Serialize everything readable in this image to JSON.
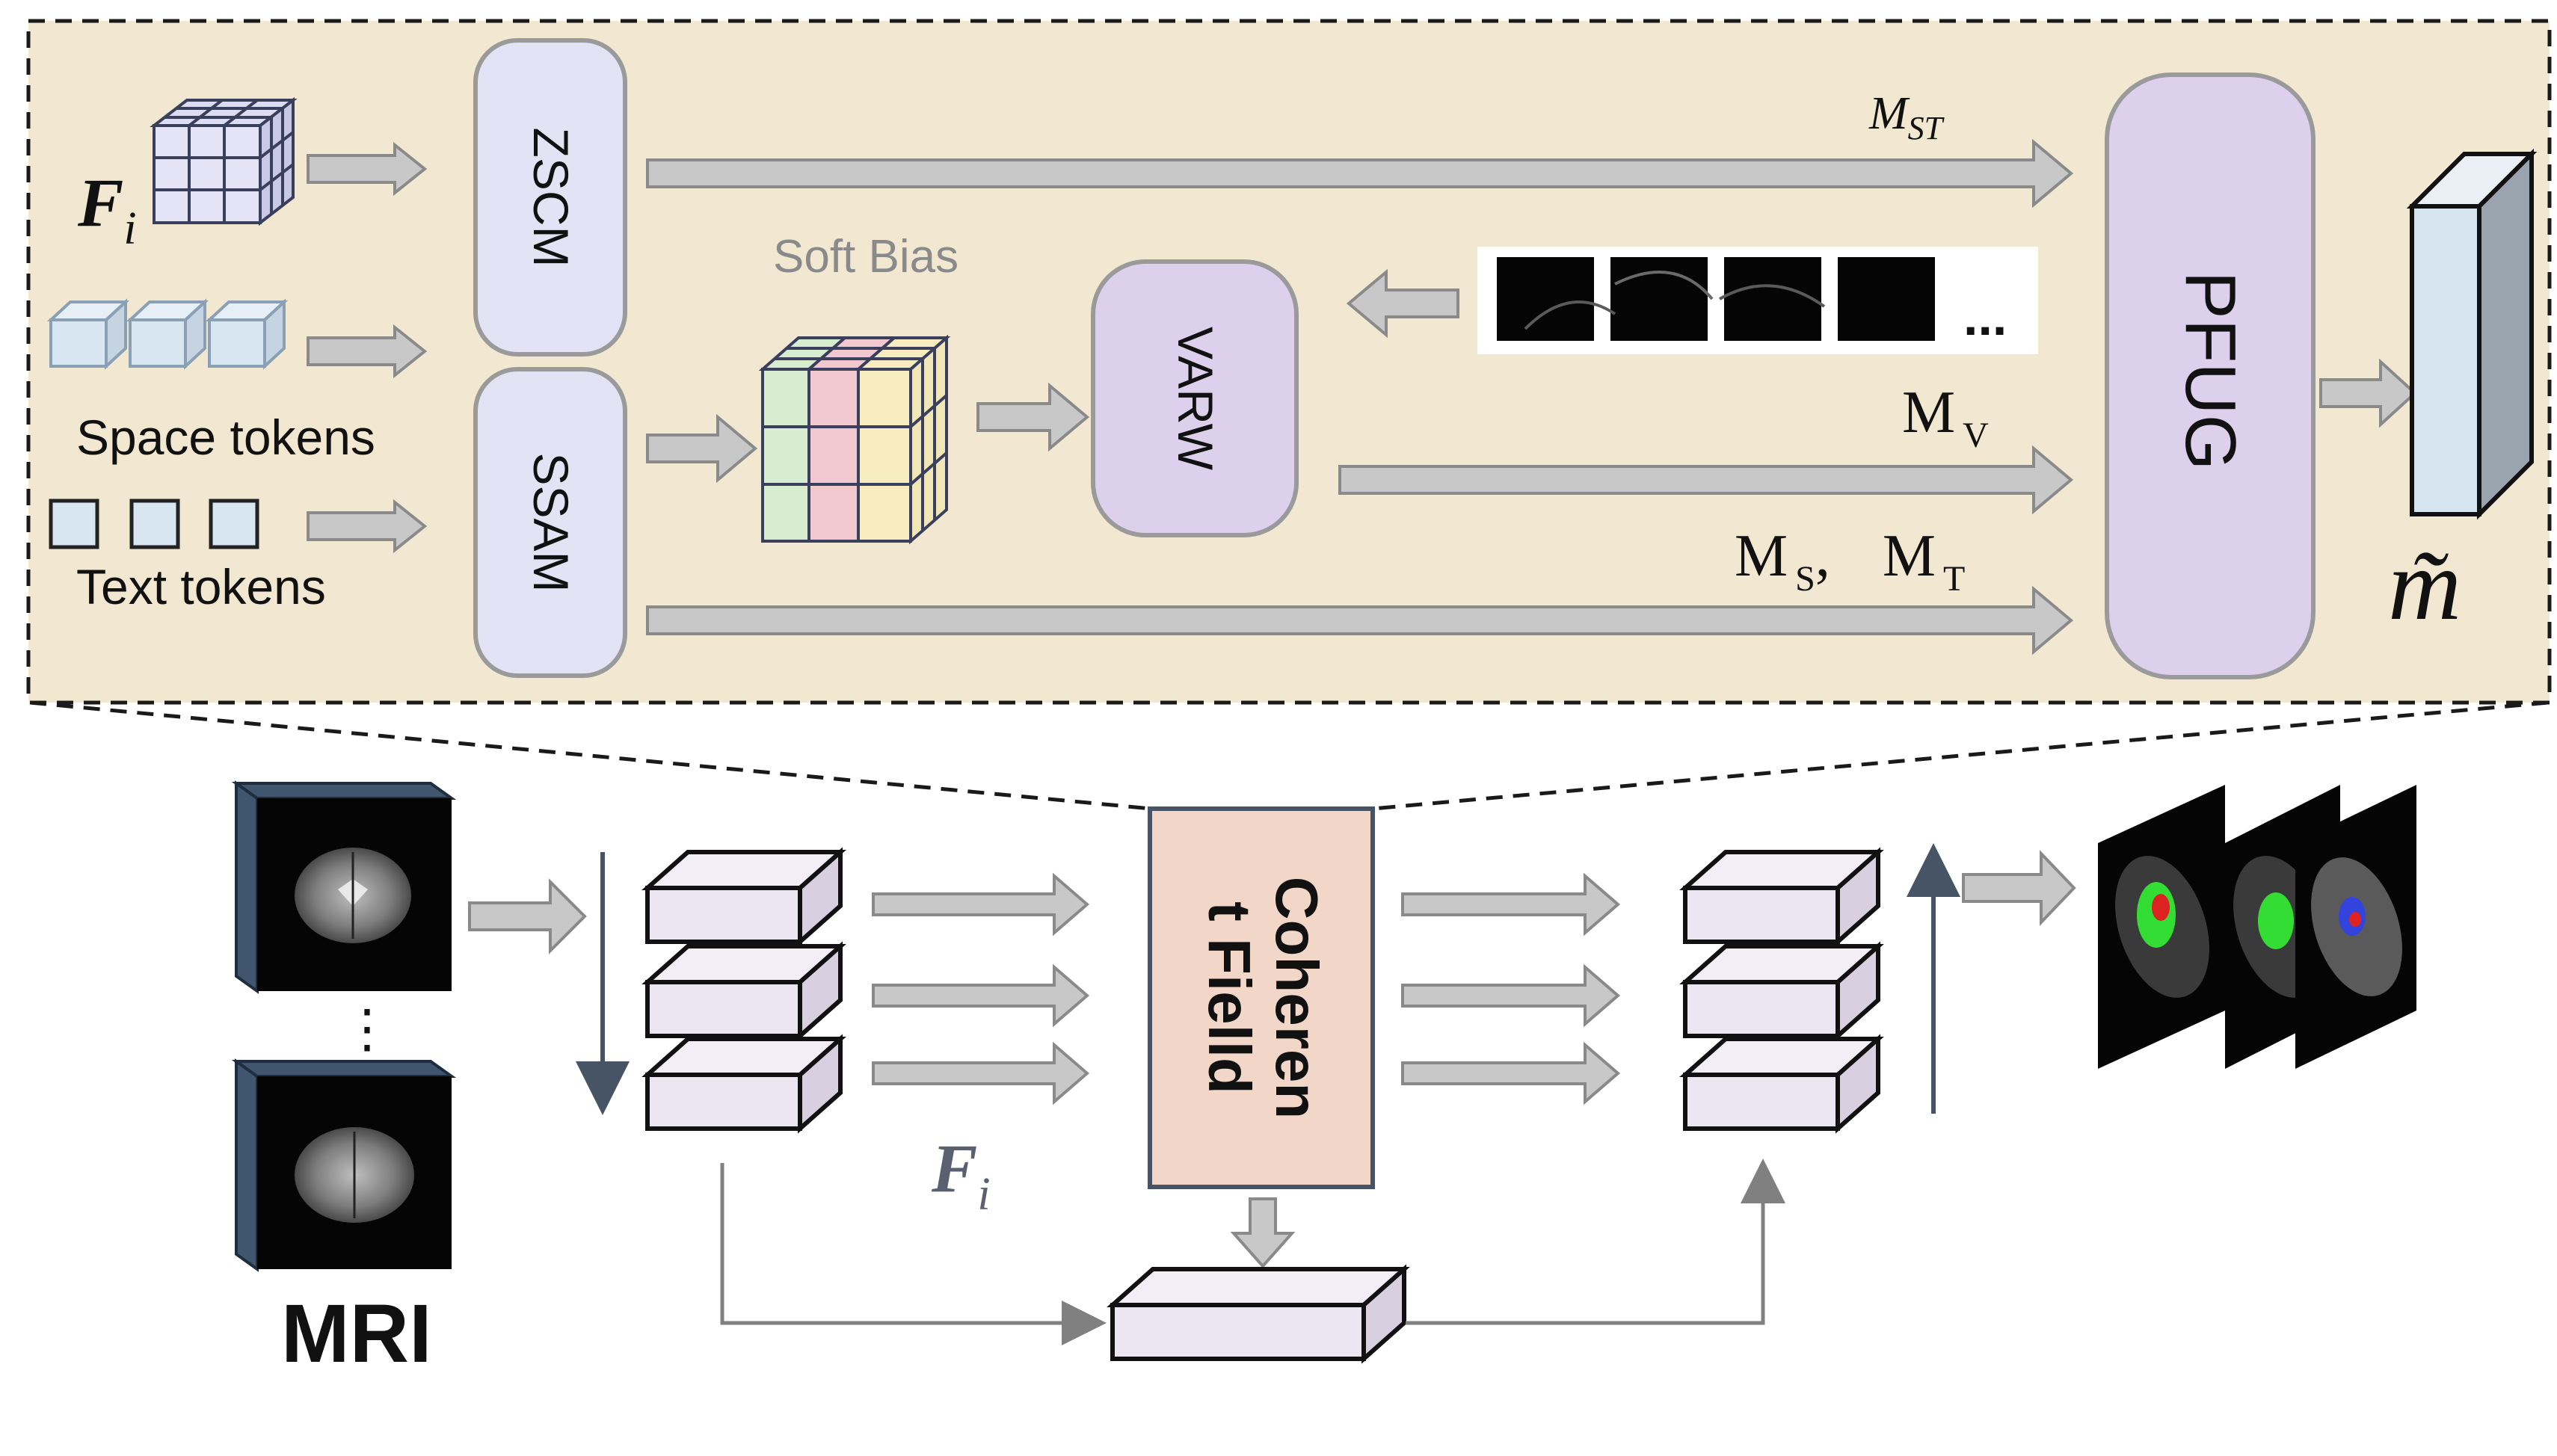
{
  "labels": {
    "f_i_top": "F",
    "f_i_top_sub": "i",
    "space_tokens": "Space tokens",
    "text_tokens": "Text tokens",
    "zscm": "ZSCM",
    "ssam": "SSAM",
    "soft_bias": "Soft Bias",
    "varw": "VARW",
    "pfug": "PFUG",
    "m_st": "M",
    "m_st_sub": "ST",
    "m_v": "M",
    "m_v_sub": "V",
    "m_s": "M",
    "m_s_sub": "S",
    "m_s_sep": ",",
    "m_t": "M",
    "m_t_sub": "T",
    "ellipsis": "...",
    "m_tilde": "m̃",
    "coherent_line1": "Coheren",
    "coherent_line2": "t Fielld",
    "f_i_bottom": "F",
    "f_i_bottom_sub": "i",
    "mri": "MRI",
    "mri_dots": "⋮"
  },
  "colors": {
    "panel_bg": "#f2e8d2",
    "module_zscm": "#e3e3f5",
    "module_purple": "#ddd0ec",
    "arrow_fill": "#c8c8c8",
    "arrow_stroke": "#8a8a8a",
    "coherent_box": "#f2d6c8",
    "stack_block": "#ece6f2",
    "token_blue": "#d8e6f2",
    "green_mask": "#33dd33",
    "red_mask": "#dd2222",
    "blue_mask": "#3344dd"
  }
}
